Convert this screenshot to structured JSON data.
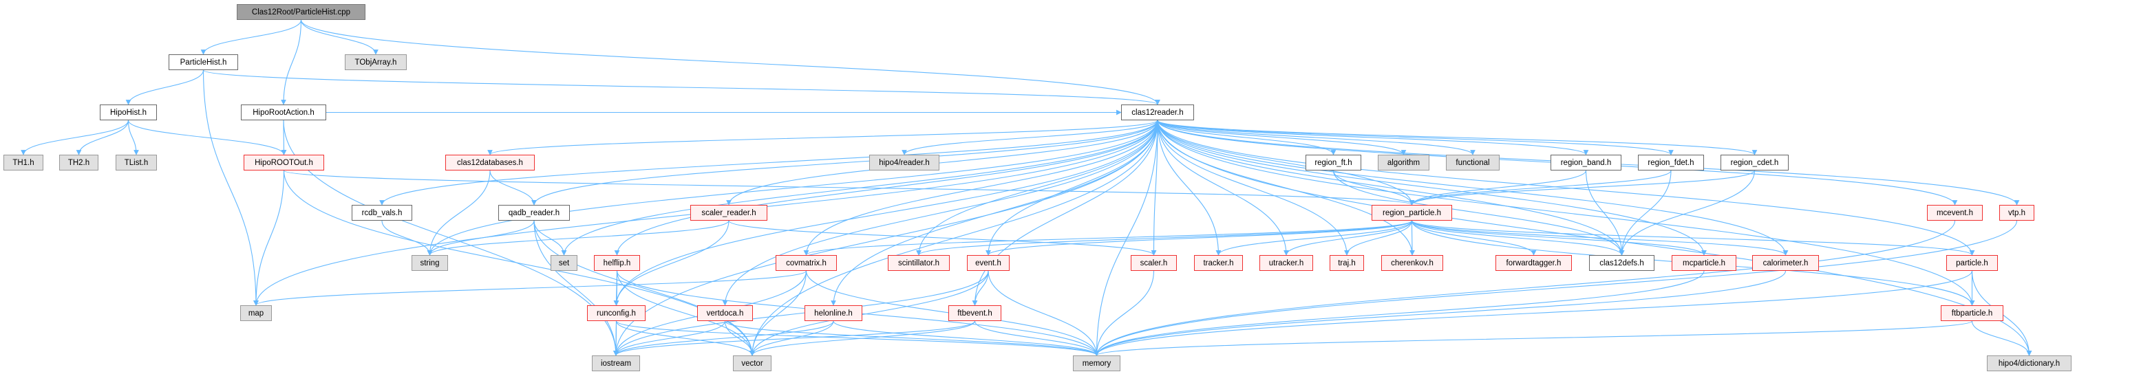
{
  "graph": {
    "title": "Clas12Root/ParticleHist.cpp",
    "edge_color": "#63b8ff",
    "nodes": [
      {
        "id": "root",
        "label": "Clas12Root/ParticleHist.cpp",
        "style": "root"
      },
      {
        "id": "particlehist",
        "label": "ParticleHist.h",
        "style": "normal"
      },
      {
        "id": "tobjarray",
        "label": "TObjArray.h",
        "style": "external"
      },
      {
        "id": "hipohist",
        "label": "HipoHist.h",
        "style": "normal"
      },
      {
        "id": "hiporootaction",
        "label": "HipoRootAction.h",
        "style": "normal"
      },
      {
        "id": "clas12reader",
        "label": "clas12reader.h",
        "style": "normal"
      },
      {
        "id": "th1",
        "label": "TH1.h",
        "style": "external"
      },
      {
        "id": "th2",
        "label": "TH2.h",
        "style": "external"
      },
      {
        "id": "tlist",
        "label": "TList.h",
        "style": "external"
      },
      {
        "id": "hiporootout",
        "label": "HipoROOTOut.h",
        "style": "red"
      },
      {
        "id": "clas12databases",
        "label": "clas12databases.h",
        "style": "red"
      },
      {
        "id": "hipo4reader",
        "label": "hipo4/reader.h",
        "style": "external"
      },
      {
        "id": "region_ft",
        "label": "region_ft.h",
        "style": "normal"
      },
      {
        "id": "algorithm",
        "label": "algorithm",
        "style": "external"
      },
      {
        "id": "functional",
        "label": "functional",
        "style": "external"
      },
      {
        "id": "region_band",
        "label": "region_band.h",
        "style": "normal"
      },
      {
        "id": "region_fdet",
        "label": "region_fdet.h",
        "style": "normal"
      },
      {
        "id": "region_cdet",
        "label": "region_cdet.h",
        "style": "normal"
      },
      {
        "id": "rcdb_vals",
        "label": "rcdb_vals.h",
        "style": "normal"
      },
      {
        "id": "qadb_reader",
        "label": "qadb_reader.h",
        "style": "normal"
      },
      {
        "id": "scaler_reader",
        "label": "scaler_reader.h",
        "style": "red"
      },
      {
        "id": "region_particle",
        "label": "region_particle.h",
        "style": "red"
      },
      {
        "id": "mcevent",
        "label": "mcevent.h",
        "style": "red"
      },
      {
        "id": "vtp",
        "label": "vtp.h",
        "style": "red"
      },
      {
        "id": "string",
        "label": "string",
        "style": "external"
      },
      {
        "id": "set",
        "label": "set",
        "style": "external"
      },
      {
        "id": "helflip",
        "label": "helflip.h",
        "style": "red"
      },
      {
        "id": "covmatrix",
        "label": "covmatrix.h",
        "style": "red"
      },
      {
        "id": "scintillator",
        "label": "scintillator.h",
        "style": "red"
      },
      {
        "id": "event",
        "label": "event.h",
        "style": "red"
      },
      {
        "id": "scaler",
        "label": "scaler.h",
        "style": "red"
      },
      {
        "id": "tracker",
        "label": "tracker.h",
        "style": "red"
      },
      {
        "id": "utracker",
        "label": "utracker.h",
        "style": "red"
      },
      {
        "id": "traj",
        "label": "traj.h",
        "style": "red"
      },
      {
        "id": "cherenkov",
        "label": "cherenkov.h",
        "style": "red"
      },
      {
        "id": "forwardtagger",
        "label": "forwardtagger.h",
        "style": "red"
      },
      {
        "id": "clas12defs",
        "label": "clas12defs.h",
        "style": "normal"
      },
      {
        "id": "mcparticle",
        "label": "mcparticle.h",
        "style": "red"
      },
      {
        "id": "calorimeter",
        "label": "calorimeter.h",
        "style": "red"
      },
      {
        "id": "particle",
        "label": "particle.h",
        "style": "red"
      },
      {
        "id": "map",
        "label": "map",
        "style": "external"
      },
      {
        "id": "runconfig",
        "label": "runconfig.h",
        "style": "red"
      },
      {
        "id": "vertdoca",
        "label": "vertdoca.h",
        "style": "red"
      },
      {
        "id": "helonline",
        "label": "helonline.h",
        "style": "red"
      },
      {
        "id": "ftbevent",
        "label": "ftbevent.h",
        "style": "red"
      },
      {
        "id": "ftbparticle",
        "label": "ftbparticle.h",
        "style": "red"
      },
      {
        "id": "iostream",
        "label": "iostream",
        "style": "external"
      },
      {
        "id": "vector",
        "label": "vector",
        "style": "external"
      },
      {
        "id": "memory",
        "label": "memory",
        "style": "external"
      },
      {
        "id": "hipo4dictionary",
        "label": "hipo4/dictionary.h",
        "style": "external"
      }
    ],
    "edges": [
      [
        "root",
        "particlehist"
      ],
      [
        "root",
        "tobjarray"
      ],
      [
        "root",
        "hiporootaction"
      ],
      [
        "root",
        "clas12reader"
      ],
      [
        "particlehist",
        "hipohist"
      ],
      [
        "particlehist",
        "map"
      ],
      [
        "particlehist",
        "clas12reader"
      ],
      [
        "hipohist",
        "th1"
      ],
      [
        "hipohist",
        "th2"
      ],
      [
        "hipohist",
        "tlist"
      ],
      [
        "hipohist",
        "hiporootout"
      ],
      [
        "hiporootaction",
        "hiporootout"
      ],
      [
        "hiporootaction",
        "iostream"
      ],
      [
        "hiporootaction",
        "clas12reader"
      ],
      [
        "hiporootout",
        "map"
      ],
      [
        "hiporootout",
        "vector"
      ],
      [
        "hiporootout",
        "region_particle"
      ],
      [
        "clas12reader",
        "hipo4reader"
      ],
      [
        "clas12reader",
        "clas12databases"
      ],
      [
        "clas12reader",
        "rcdb_vals"
      ],
      [
        "clas12reader",
        "qadb_reader"
      ],
      [
        "clas12reader",
        "string"
      ],
      [
        "clas12reader",
        "set"
      ],
      [
        "clas12reader",
        "helflip"
      ],
      [
        "clas12reader",
        "runconfig"
      ],
      [
        "clas12reader",
        "iostream"
      ],
      [
        "clas12reader",
        "vector"
      ],
      [
        "clas12reader",
        "memory"
      ],
      [
        "clas12reader",
        "map"
      ],
      [
        "clas12reader",
        "scaler_reader"
      ],
      [
        "clas12reader",
        "covmatrix"
      ],
      [
        "clas12reader",
        "scintillator"
      ],
      [
        "clas12reader",
        "event"
      ],
      [
        "clas12reader",
        "ftbevent"
      ],
      [
        "clas12reader",
        "vertdoca"
      ],
      [
        "clas12reader",
        "helonline"
      ],
      [
        "clas12reader",
        "scaler"
      ],
      [
        "clas12reader",
        "tracker"
      ],
      [
        "clas12reader",
        "utracker"
      ],
      [
        "clas12reader",
        "traj"
      ],
      [
        "clas12reader",
        "cherenkov"
      ],
      [
        "clas12reader",
        "region_ft"
      ],
      [
        "clas12reader",
        "algorithm"
      ],
      [
        "clas12reader",
        "functional"
      ],
      [
        "clas12reader",
        "region_band"
      ],
      [
        "clas12reader",
        "region_fdet"
      ],
      [
        "clas12reader",
        "region_cdet"
      ],
      [
        "clas12reader",
        "region_particle"
      ],
      [
        "clas12reader",
        "clas12defs"
      ],
      [
        "clas12reader",
        "mcparticle"
      ],
      [
        "clas12reader",
        "calorimeter"
      ],
      [
        "clas12reader",
        "mcevent"
      ],
      [
        "clas12reader",
        "vtp"
      ],
      [
        "clas12reader",
        "particle"
      ],
      [
        "clas12reader",
        "ftbparticle"
      ],
      [
        "clas12reader",
        "hipo4dictionary"
      ],
      [
        "clas12databases",
        "string"
      ],
      [
        "clas12databases",
        "qadb_reader"
      ],
      [
        "rcdb_vals",
        "string"
      ],
      [
        "qadb_reader",
        "string"
      ],
      [
        "qadb_reader",
        "set"
      ],
      [
        "qadb_reader",
        "iostream"
      ],
      [
        "qadb_reader",
        "vector"
      ],
      [
        "helflip",
        "runconfig"
      ],
      [
        "helflip",
        "iostream"
      ],
      [
        "helflip",
        "vector"
      ],
      [
        "helflip",
        "memory"
      ],
      [
        "runconfig",
        "iostream"
      ],
      [
        "runconfig",
        "vector"
      ],
      [
        "runconfig",
        "memory"
      ],
      [
        "scaler_reader",
        "string"
      ],
      [
        "scaler_reader",
        "scaler"
      ],
      [
        "scaler_reader",
        "runconfig"
      ],
      [
        "covmatrix",
        "map"
      ],
      [
        "covmatrix",
        "vector"
      ],
      [
        "covmatrix",
        "memory"
      ],
      [
        "covmatrix",
        "iostream"
      ],
      [
        "event",
        "ftbevent"
      ],
      [
        "event",
        "vector"
      ],
      [
        "event",
        "memory"
      ],
      [
        "event",
        "iostream"
      ],
      [
        "vertdoca",
        "vector"
      ],
      [
        "vertdoca",
        "memory"
      ],
      [
        "vertdoca",
        "iostream"
      ],
      [
        "helonline",
        "vector"
      ],
      [
        "helonline",
        "memory"
      ],
      [
        "helonline",
        "iostream"
      ],
      [
        "ftbevent",
        "vector"
      ],
      [
        "ftbevent",
        "memory"
      ],
      [
        "ftbevent",
        "iostream"
      ],
      [
        "scaler",
        "memory"
      ],
      [
        "region_ft",
        "region_particle"
      ],
      [
        "region_ft",
        "clas12defs"
      ],
      [
        "region_band",
        "region_particle"
      ],
      [
        "region_band",
        "clas12defs"
      ],
      [
        "region_fdet",
        "region_particle"
      ],
      [
        "region_fdet",
        "clas12defs"
      ],
      [
        "region_cdet",
        "region_particle"
      ],
      [
        "region_cdet",
        "clas12defs"
      ],
      [
        "region_particle",
        "covmatrix"
      ],
      [
        "region_particle",
        "scintillator"
      ],
      [
        "region_particle",
        "event"
      ],
      [
        "region_particle",
        "tracker"
      ],
      [
        "region_particle",
        "utracker"
      ],
      [
        "region_particle",
        "traj"
      ],
      [
        "region_particle",
        "cherenkov"
      ],
      [
        "region_particle",
        "forwardtagger"
      ],
      [
        "region_particle",
        "clas12defs"
      ],
      [
        "region_particle",
        "mcparticle"
      ],
      [
        "region_particle",
        "calorimeter"
      ],
      [
        "region_particle",
        "particle"
      ],
      [
        "region_particle",
        "ftbparticle"
      ],
      [
        "mcparticle",
        "memory"
      ],
      [
        "calorimeter",
        "memory"
      ],
      [
        "mcevent",
        "memory"
      ],
      [
        "vtp",
        "memory"
      ],
      [
        "particle",
        "ftbparticle"
      ],
      [
        "particle",
        "hipo4dictionary"
      ],
      [
        "particle",
        "memory"
      ],
      [
        "ftbparticle",
        "hipo4dictionary"
      ],
      [
        "ftbparticle",
        "memory"
      ]
    ]
  }
}
